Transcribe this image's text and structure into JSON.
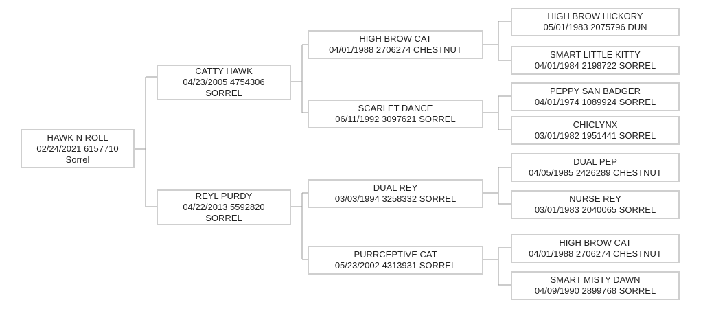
{
  "pedigree": {
    "subject": {
      "name": "HAWK N ROLL",
      "info": "02/24/2021 6157710",
      "color": "Sorrel"
    },
    "sire": {
      "name": "CATTY HAWK",
      "info": "04/23/2005 4754306",
      "color": "SORREL"
    },
    "dam": {
      "name": "REYL PURDY",
      "info": "04/22/2013 5592820",
      "color": "SORREL"
    },
    "sire_sire": {
      "name": "HIGH BROW CAT",
      "info": "04/01/1988 2706274 CHESTNUT"
    },
    "sire_dam": {
      "name": "SCARLET DANCE",
      "info": "06/11/1992 3097621 SORREL"
    },
    "dam_sire": {
      "name": "DUAL REY",
      "info": "03/03/1994 3258332 SORREL"
    },
    "dam_dam": {
      "name": "PURRCEPTIVE CAT",
      "info": "05/23/2002 4313931 SORREL"
    },
    "ggp": [
      {
        "name": "HIGH BROW HICKORY",
        "info": "05/01/1983 2075796 DUN"
      },
      {
        "name": "SMART LITTLE KITTY",
        "info": "04/01/1984 2198722 SORREL"
      },
      {
        "name": "PEPPY SAN BADGER",
        "info": "04/01/1974 1089924 SORREL"
      },
      {
        "name": "CHICLYNX",
        "info": "03/01/1982 1951441 SORREL"
      },
      {
        "name": "DUAL PEP",
        "info": "04/05/1985 2426289 CHESTNUT"
      },
      {
        "name": "NURSE REY",
        "info": "03/01/1983 2040065 SORREL"
      },
      {
        "name": "HIGH BROW CAT",
        "info": "04/01/1988 2706274 CHESTNUT"
      },
      {
        "name": "SMART MISTY DAWN",
        "info": "04/09/1990 2899768 SORREL"
      }
    ]
  }
}
